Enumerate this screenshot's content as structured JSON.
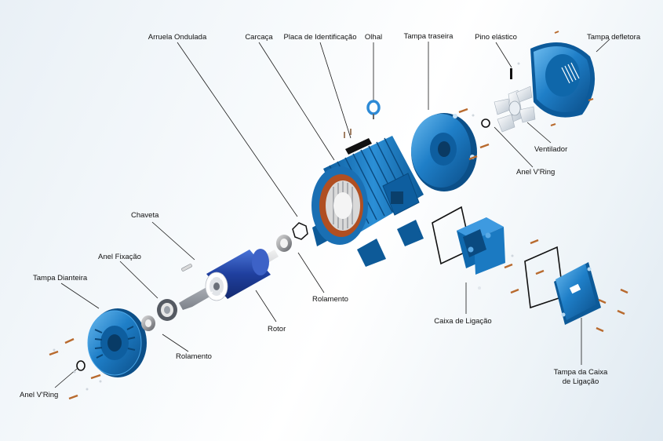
{
  "labels": {
    "arruela_ondulada": "Arruela Ondulada",
    "carcaca": "Carcaça",
    "placa_identificacao": "Placa de Identificação",
    "olhal": "Olhal",
    "tampa_traseira": "Tampa traseira",
    "pino_elastico": "Pino elástico",
    "tampa_defletora": "Tampa defletora",
    "ventilador": "Ventilador",
    "anel_vring_traseiro": "Anel V'Ring",
    "chaveta": "Chaveta",
    "anel_fixacao": "Anel Fixação",
    "tampa_dianteira": "Tampa Dianteira",
    "rolamento_traseiro": "Rolamento",
    "rolamento_dianteiro": "Rolamento",
    "rotor": "Rotor",
    "caixa_ligacao": "Caixa de Ligação",
    "tampa_caixa_line1": "Tampa da Caixa",
    "tampa_caixa_line2": "de Ligação",
    "anel_vring_dianteiro": "Anel V'Ring"
  },
  "colors": {
    "motor_blue": "#1f7fc8",
    "motor_blue_dark": "#0d5a98",
    "motor_blue_light": "#5fb0e6",
    "rotor_blue": "#2346a8",
    "leader_line": "#1a1a1a",
    "bolt": "#b86a2e"
  }
}
